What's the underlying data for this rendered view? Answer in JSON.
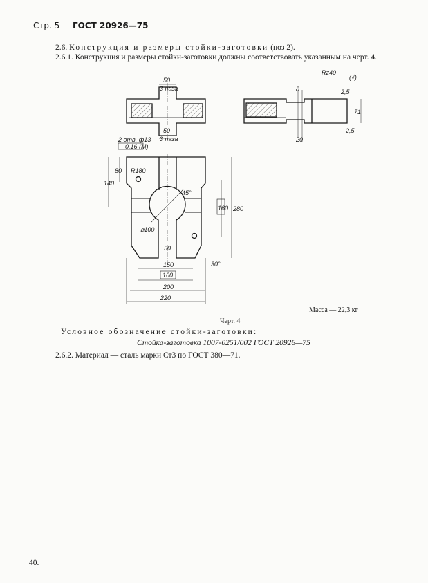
{
  "header": {
    "page": "Стр. 5",
    "standard": "ГОСТ 20926—75"
  },
  "sections": {
    "s26": {
      "number": "2.6.",
      "title": "Конструкция и размеры стойки-заготовки",
      "ref": "(поз 2)."
    },
    "s261": "2.6.1. Конструкция и размеры стойки-заготовки должны соответствовать указанным на черт. 4.",
    "designation_label": "Условное обозначение стойки-заготовки:",
    "designation": "Стойка-заготовка 1007-0251/002 ГОСТ 20926—75",
    "s262": "2.6.2. Материал — сталь марки Ст3 по ГОСТ 380—71."
  },
  "drawing": {
    "caption": "Черт. 4",
    "mass": "Масса — 22,3 кг",
    "roughness": "Rz40",
    "roughness_other": "(√)",
    "dims": {
      "slot_top": "50",
      "slot_top_note": "3 паза",
      "slot_bottom": "50",
      "slot_bottom_note": "3 паза",
      "holes": "2 отв. ф13",
      "position_tol": "0,16 (M)",
      "side_8": "8",
      "side_20": "20",
      "side_71": "71",
      "chamfer_top": "2,5",
      "chamfer_bottom": "2,5",
      "r180": "R180",
      "d140": "140",
      "d80": "80",
      "d280": "280",
      "d160v": "160",
      "a45": "45°",
      "a30": "30°",
      "dia100": "⌀100",
      "d50": "50",
      "d150": "150",
      "d160h": "160",
      "d200": "200",
      "d220": "220"
    }
  },
  "footer": {
    "page_number": "40."
  }
}
